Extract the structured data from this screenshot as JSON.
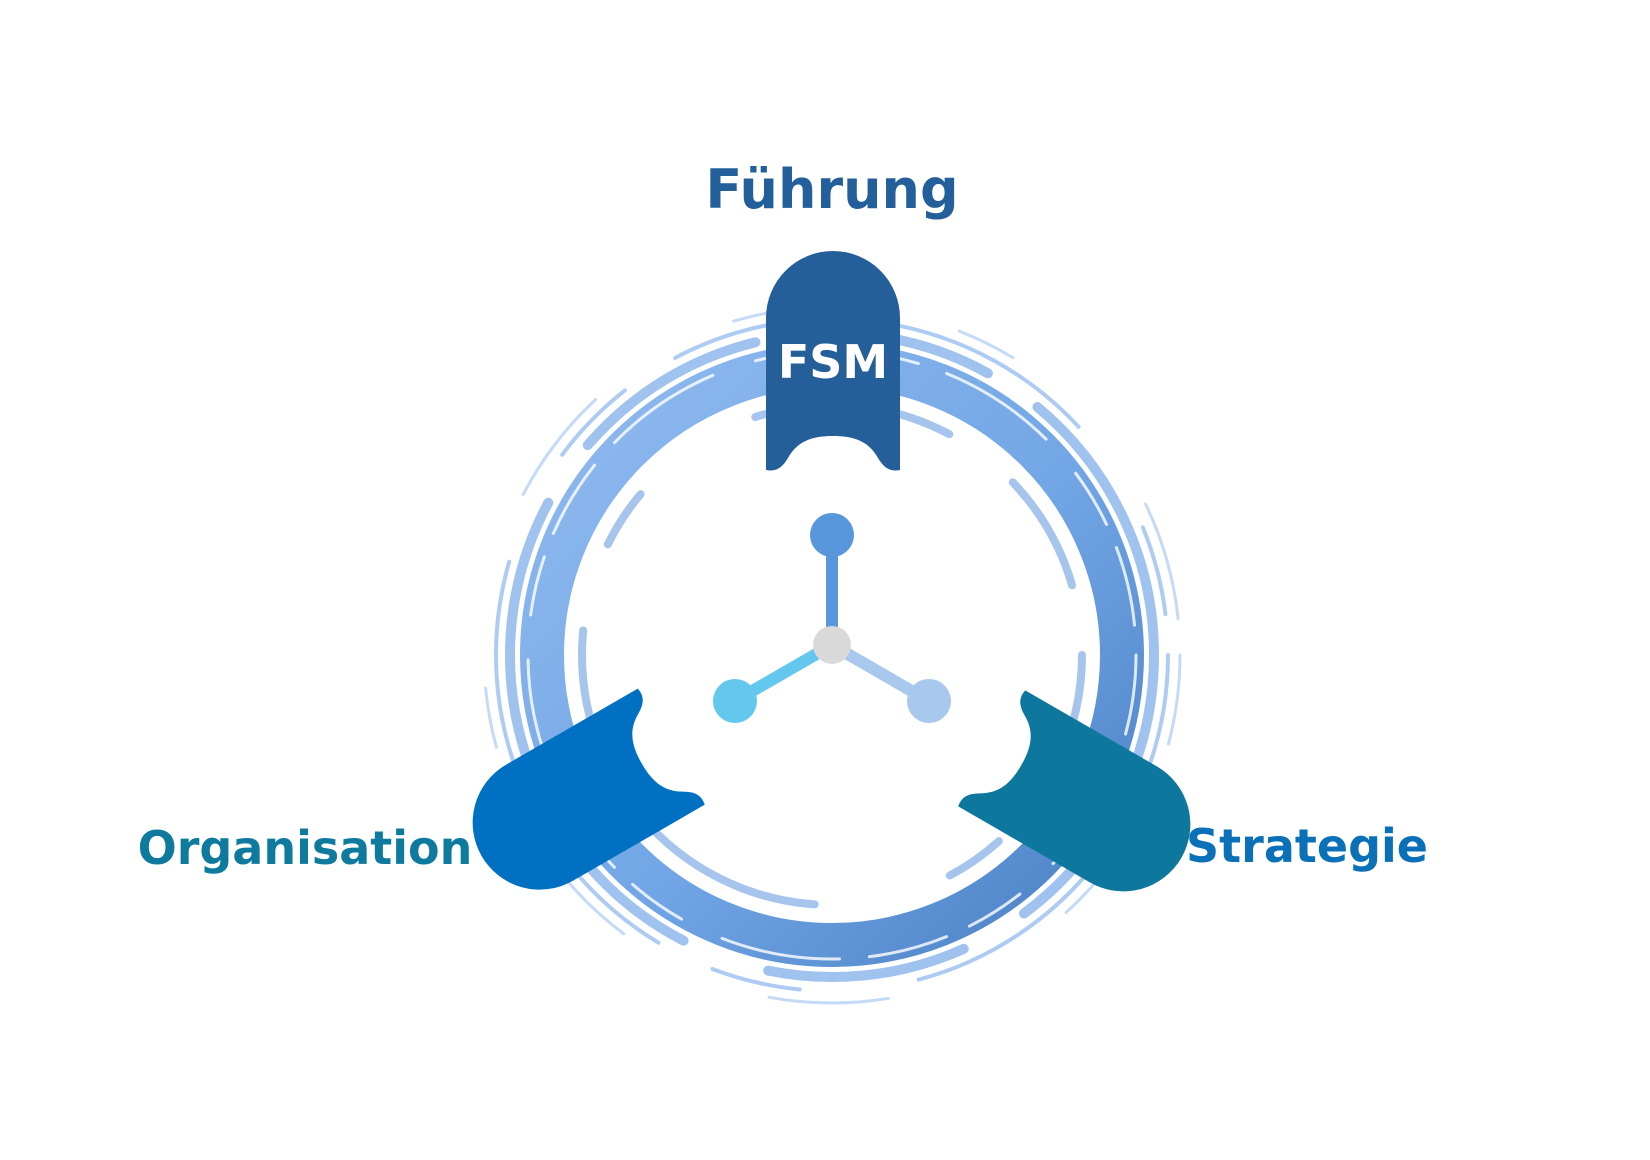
{
  "labels": {
    "top": "Führung",
    "left": "Organisation",
    "right": "Strategie",
    "center_tab": "FSM"
  },
  "colors": {
    "label_top": "#235F9A",
    "label_left": "#0E7B9E",
    "label_right": "#0A70B8",
    "tab_top": "#245F99",
    "tab_left": "#0E779D",
    "tab_right": "#0071C2",
    "ring_light": "#8BB7EE",
    "ring_mid": "#5E96DC",
    "ring_dark": "#3F78BF",
    "node_top": "#5897DC",
    "node_left": "#64C8EE",
    "node_right": "#A8C8EE",
    "node_center": "#D9D9D9"
  }
}
